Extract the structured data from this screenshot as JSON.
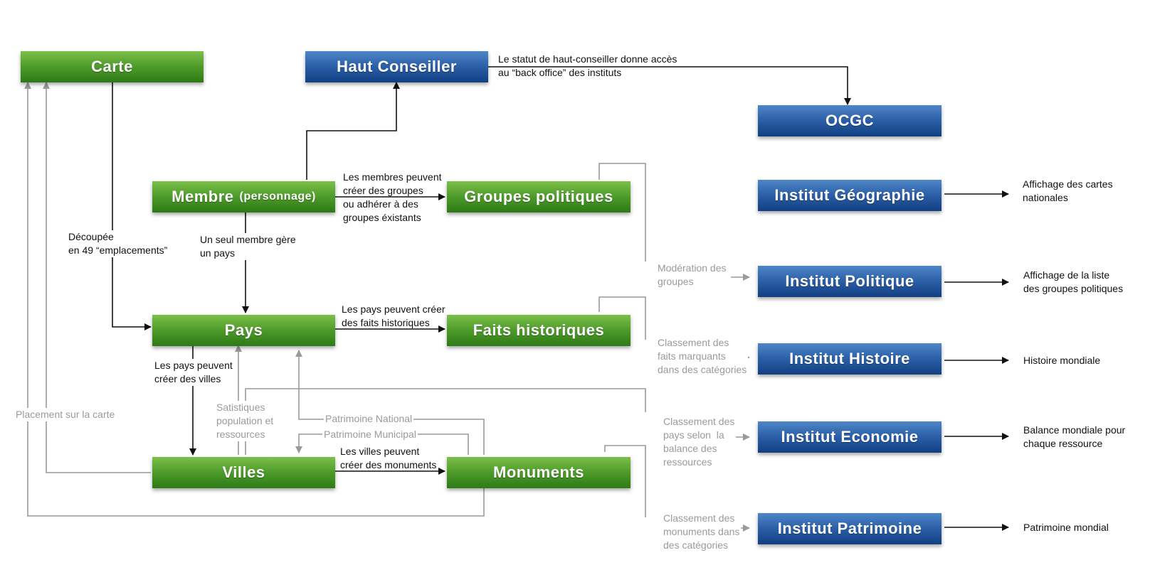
{
  "boxes": {
    "carte": "Carte",
    "haut_conseiller": "Haut Conseiller",
    "ocgc": "OCGC",
    "membre": "Membre",
    "membre_sub": "(personnage)",
    "groupes_politiques": "Groupes politiques",
    "pays": "Pays",
    "faits_historiques": "Faits historiques",
    "villes": "Villes",
    "monuments": "Monuments",
    "institut_geographie": "Institut Géographie",
    "institut_politique": "Institut Politique",
    "institut_histoire": "Institut Histoire",
    "institut_economie": "Institut Economie",
    "institut_patrimoine": "Institut Patrimoine"
  },
  "labels": {
    "haut_conseiller_note": "Le statut de haut-conseiller donne accès\nau “back office” des instituts",
    "membres_groupes": "Les membres peuvent\ncréer des groupes\nou adhérer à des\ngroupes éxistants",
    "decoupee": "Découpée\nen 49 “emplacements”",
    "seul_membre": "Un seul membre gère\nun pays",
    "pays_faits": "Les pays peuvent créer\ndes faits historiques",
    "pays_villes": "Les pays peuvent\ncréer des villes",
    "villes_monuments": "Les villes peuvent\ncréer des monuments",
    "placement": "Placement sur la carte",
    "statistiques": "Satistiques\npopulation et\nressources",
    "patrimoine_national": "Patrimoine National",
    "patrimoine_municipal": "Patrimoine Municipal",
    "moderation": "Modération des\ngroupes",
    "classement_faits": "Classement des\nfaits marquants\ndans des catégories",
    "classement_pays": "Classement des\npays selon  la\nbalance des\nressources",
    "classement_monuments": "Classement des\nmonuments dans\ndes catégories",
    "affichage_cartes": "Affichage des cartes\nnationales",
    "affichage_groupes": "Affichage de la liste\ndes groupes politiques",
    "histoire_mondiale": "Histoire mondiale",
    "balance_mondiale": "Balance mondiale pour\nchaque ressource",
    "patrimoine_mondial": "Patrimoine mondial"
  },
  "colors": {
    "green_box": "#4d9a2a",
    "blue_box": "#2a5ea6",
    "black_line": "#111111",
    "gray_line": "#9a9a9a"
  }
}
